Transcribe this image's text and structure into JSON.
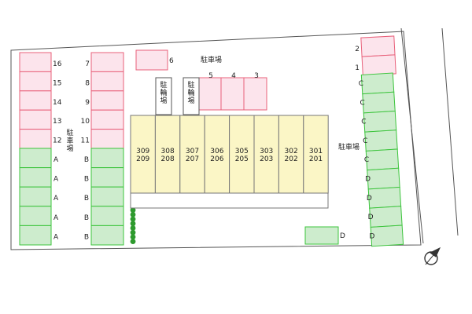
{
  "colors": {
    "pink_fill": "#fce4ec",
    "pink_stroke": "#e8607a",
    "green_fill": "#cdeccd",
    "green_stroke": "#3cc43c",
    "building_fill": "#fbf6c6",
    "building_stroke": "#777777",
    "hedge": "#2e9a2e",
    "lot_outline": "#555555"
  },
  "labels": {
    "parking": "駐車場",
    "bicycle": "駐輪場"
  },
  "left_row1": {
    "pink_numbers": [
      "16",
      "15",
      "14",
      "13",
      "12"
    ],
    "green_letters": [
      "A",
      "A",
      "A",
      "A",
      "A"
    ]
  },
  "left_row2": {
    "pink_numbers": [
      "7",
      "8",
      "9",
      "10",
      "11"
    ],
    "green_letters": [
      "B",
      "B",
      "B",
      "B",
      "B"
    ]
  },
  "top_spot": "6",
  "top_row": [
    "5",
    "4",
    "3"
  ],
  "right_pink": [
    "2",
    "1"
  ],
  "right_green": [
    "C",
    "C",
    "C",
    "C",
    "C",
    "D",
    "D",
    "D",
    "D"
  ],
  "bottom_spot": "D",
  "units": [
    {
      "top": "309",
      "bottom": "209"
    },
    {
      "top": "308",
      "bottom": "208"
    },
    {
      "top": "307",
      "bottom": "207"
    },
    {
      "top": "306",
      "bottom": "206"
    },
    {
      "top": "305",
      "bottom": "205"
    },
    {
      "top": "303",
      "bottom": "203"
    },
    {
      "top": "302",
      "bottom": "202"
    },
    {
      "top": "301",
      "bottom": "201"
    }
  ],
  "compass_icon": "north-arrow-icon"
}
